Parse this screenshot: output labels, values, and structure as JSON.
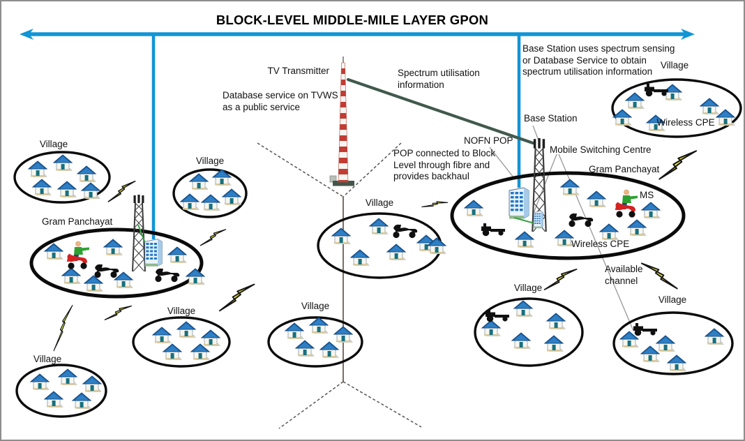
{
  "title": "BLOCK-LEVEL MIDDLE-MILE LAYER GPON",
  "labels": {
    "village": "Village",
    "gram_panchayat": "Gram Panchayat",
    "wireless_cpe": "Wireless CPE",
    "tv_transmitter": "TV Transmitter",
    "base_station": "Base Station",
    "nofn_pop": "NOFN POP",
    "mobile_switching_centre": "Mobile Switching Centre",
    "mobile_station": "MS",
    "available_channel": "Available\nchannel"
  },
  "annotations": {
    "database_service": "Database service on TVWS\nas a public service",
    "spectrum_utilisation": "Spectrum utilisation\ninformation",
    "base_station_note": "Base Station uses spectrum sensing\nor Database Service to obtain\nspectrum utilisation information",
    "pop_backhaul_note": "POP connected to Block\nLevel through fibre and\nprovides backhaul"
  },
  "icons": {
    "house": "house-icon",
    "scooter": "scooter-icon",
    "tractor": "tractor-icon",
    "mobile_station_rider": "mobile-station-icon",
    "lightning_link": "wireless-link-lightning-icon",
    "lattice_tower": "base-station-tower-icon",
    "tv_tower": "tv-transmitter-tower-icon",
    "pop_building": "pop-building-icon",
    "backbone_arrow": "gpon-backbone-arrow"
  },
  "colors": {
    "backbone_blue": "#1095d6",
    "lightning_yellow": "#f2ee3a",
    "lightning_green": "#cfe13c",
    "spectrum_line": "#41594e",
    "ellipse_stroke": "#0b0b0b",
    "house_roof": "#1d66ac",
    "tv_tower_red": "#c23c34",
    "ms_scooter_red": "#d42222",
    "background": "#ffffff"
  }
}
